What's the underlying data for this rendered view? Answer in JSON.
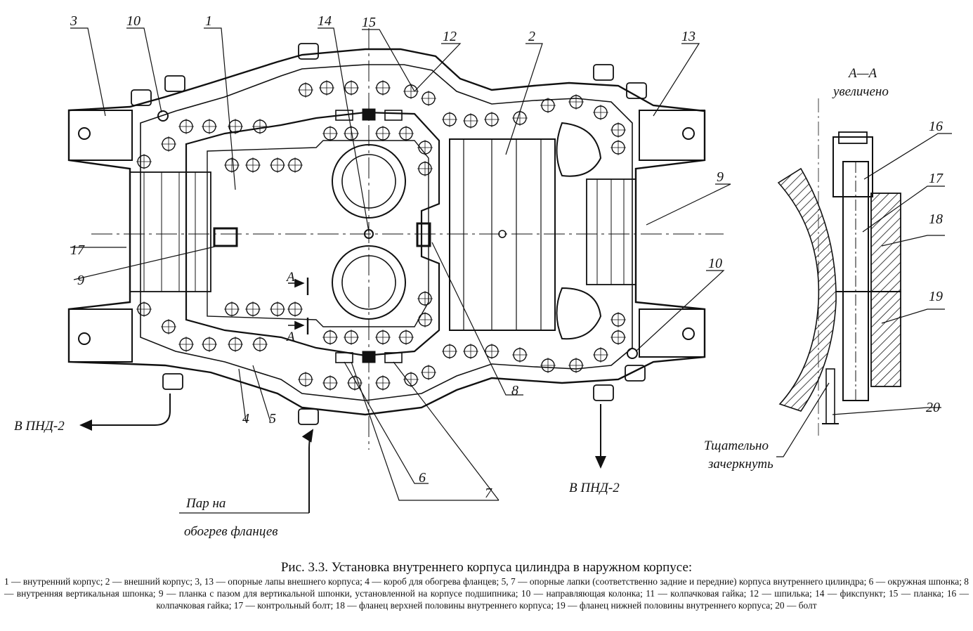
{
  "figure": {
    "title": "Рис. 3.3. Установка внутреннего корпуса цилиндра в наружном корпусе:",
    "legend": "1 — внутренний корпус; 2 — внешний корпус; 3, 13 — опорные лапы внешнего корпуса; 4 — короб для обогрева фланцев; 5, 7 — опорные лапки (соответственно задние и передние) корпуса внутреннего цилиндра; 6 — окружная шпонка; 8 — внутренняя вертикальная шпонка; 9 — планка с пазом для вертикальной шпонки, установленной на корпусе подшипника; 10 — направляющая колонка; 11 — колпачковая гайка; 12 — шпилька; 14 — фикспункт; 15 — планка; 16 — колпачковая гайка; 17 — контрольный болт; 18 — фланец верхней половины внутреннего корпуса; 19 — фланец нижней половины внутреннего корпуса; 20 — болт"
  },
  "callouts": {
    "n1": "1",
    "n2": "2",
    "n3": "3",
    "n4": "4",
    "n5": "5",
    "n6": "6",
    "n7": "7",
    "n8": "8",
    "n9a": "9",
    "n9b": "9",
    "n10a": "10",
    "n10b": "10",
    "n12": "12",
    "n13": "13",
    "n14": "14",
    "n15": "15",
    "n16": "16",
    "n17a": "17",
    "n17b": "17",
    "n18": "18",
    "n19": "19",
    "n20": "20"
  },
  "annotations": {
    "to_lpc_left": "В ПНД-2",
    "to_lpc_right": "В ПНД-2",
    "steam_line1": "Пар на",
    "steam_line2": "обогрев фланцев",
    "section_a_top": "А",
    "section_a_bottom": "А",
    "section_title": "А—А",
    "section_scale": "увеличено",
    "weld_line1": "Тщательно",
    "weld_line2": "зачеркнуть"
  }
}
